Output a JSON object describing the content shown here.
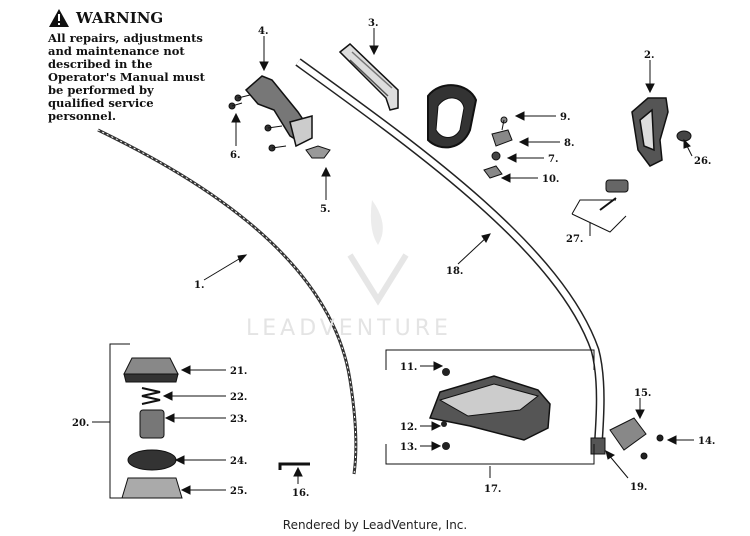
{
  "warning": {
    "title": "WARNING",
    "body": "All repairs, adjustments and maintenance not described in the Operator's Manual must be performed by qualified service personnel."
  },
  "watermark": "LEADVENTURE",
  "footer": "Rendered by LeadVenture, Inc.",
  "callouts": [
    "1.",
    "2.",
    "3.",
    "4.",
    "5.",
    "6.",
    "7.",
    "8.",
    "9.",
    "10.",
    "11.",
    "12.",
    "13.",
    "14.",
    "15.",
    "16.",
    "17.",
    "18.",
    "19.",
    "20.",
    "21.",
    "22.",
    "23.",
    "24.",
    "25.",
    "26.",
    "27."
  ]
}
